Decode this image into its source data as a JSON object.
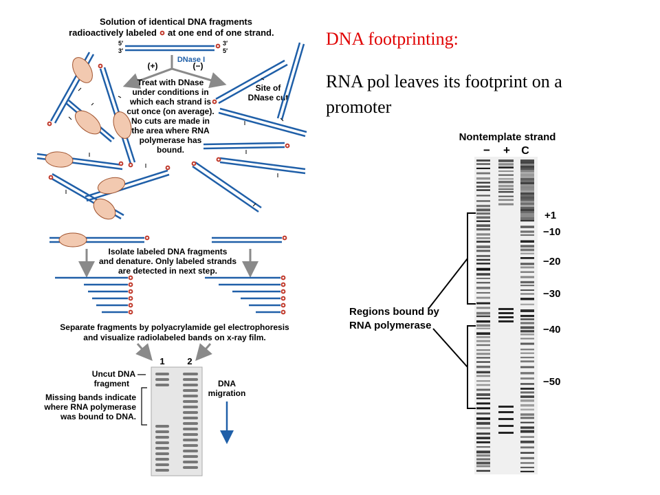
{
  "slide": {
    "title": "DNA footprinting:",
    "body": "RNA pol leaves its footprint on a promoter"
  },
  "left_diagram": {
    "step1_line1": "Solution of identical DNA fragments",
    "step1_line2a": "radioactively labeled",
    "step1_line2b": "at one end of one strand.",
    "end5": "5′",
    "end3": "3′",
    "dnase": "DNase I",
    "plus": "(+)",
    "minus": "(−)",
    "treat_lines": [
      "Treat with DNase",
      "under conditions in",
      "which each strand is",
      "cut once (on average).",
      "No cuts are made in",
      "the area where RNA",
      "polymerase has",
      "bound."
    ],
    "site_lines": [
      "Site of",
      "DNase cut"
    ],
    "isolate_lines": [
      "Isolate labeled DNA fragments",
      "and denature.  Only labeled strands",
      "are detected in next step."
    ],
    "separate_lines": [
      "Separate fragments by polyacrylamide gel electrophoresis",
      "and visualize radiolabeled bands on x-ray film."
    ],
    "lane1": "1",
    "lane2": "2",
    "uncut_lines": [
      "Uncut DNA —",
      "fragment"
    ],
    "missing_lines": [
      "Missing bands indicate",
      "where RNA polymerase",
      "was bound to DNA."
    ],
    "migration_lines": [
      "DNA",
      "migration"
    ]
  },
  "gel_photo": {
    "header": "Nontemplate strand",
    "lanes": [
      "−",
      "+",
      "C"
    ],
    "markers": [
      "+1",
      "−10",
      "−20",
      "−30",
      "−40",
      "−50"
    ],
    "region_lines": [
      "Regions bound by",
      "RNA polymerase"
    ]
  },
  "colors": {
    "dna": "#1f5fa8",
    "label": "#c0392b",
    "polymerase": "#f2c9b0",
    "arrow": "#8a8a8a",
    "title": "#e00000"
  }
}
